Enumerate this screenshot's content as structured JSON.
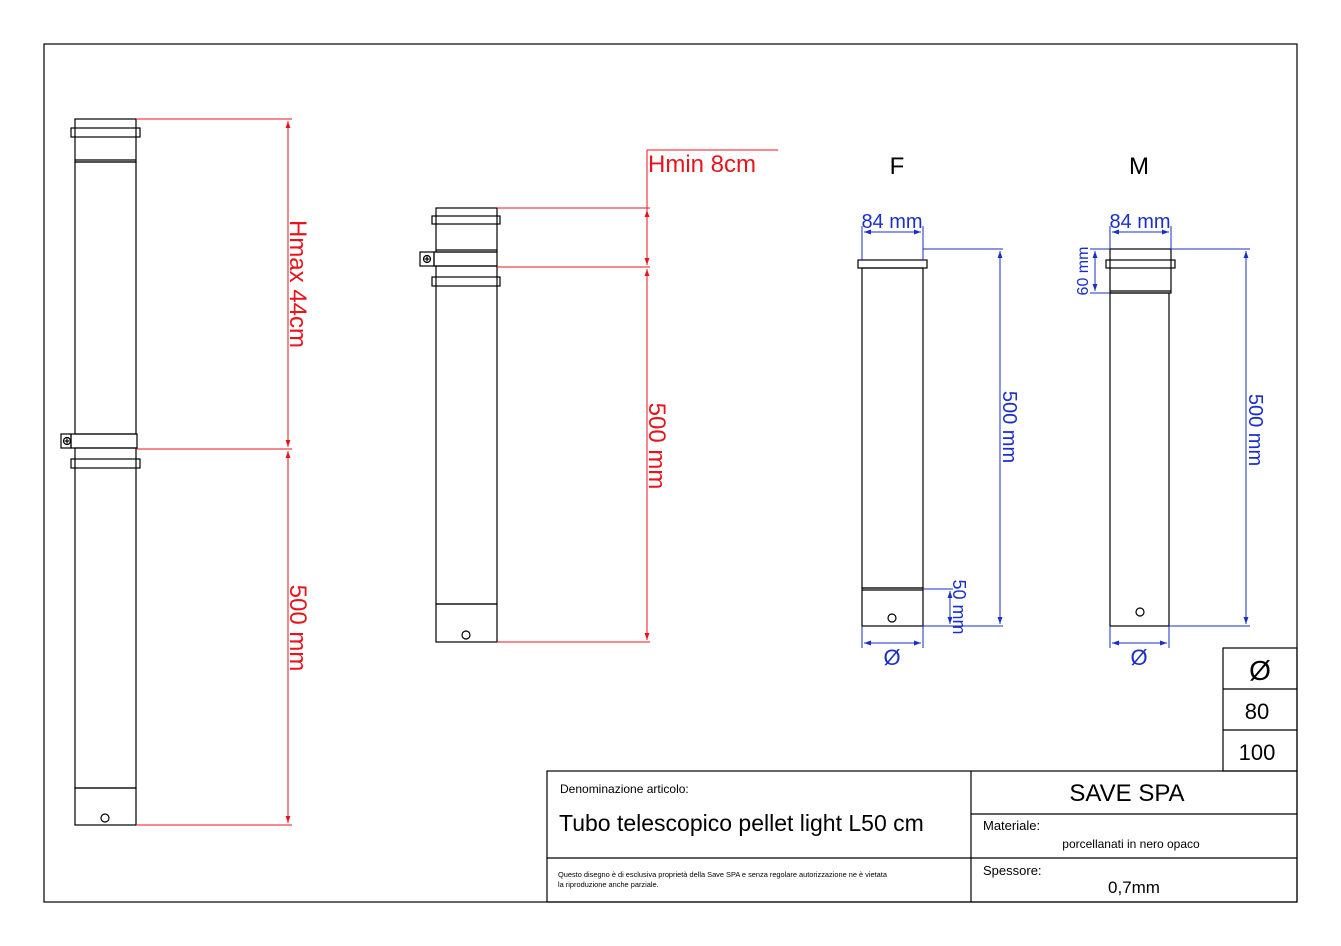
{
  "drawing": {
    "left_assembly": {
      "hmax_label": "Hmax 44cm",
      "length_label": "500 mm"
    },
    "middle_assembly": {
      "hmin_label": "Hmin 8cm",
      "length_label": "500 mm"
    },
    "female_view": {
      "title": "F",
      "width_label": "84 mm",
      "length_label": "500 mm",
      "end_label": "50 mm",
      "diameter_symbol": "Ø"
    },
    "male_view": {
      "title": "M",
      "width_label": "84 mm",
      "collar_label": "60 mm",
      "length_label": "500 mm",
      "diameter_symbol": "Ø"
    }
  },
  "diameter_table": {
    "header": "Ø",
    "values": [
      "80",
      "100"
    ]
  },
  "title_block": {
    "denominazione_label": "Denominazione articolo:",
    "article_name": "Tubo telescopico pellet light L50 cm",
    "company": "SAVE SPA",
    "materiale_label": "Materiale:",
    "materiale_value": "porcellanati in nero opaco",
    "disclaimer_line1": "Questo disegno è di esclusiva proprietà della Save SPA e senza regolare autorizzazione ne è vietata",
    "disclaimer_line2": "la riproduzione anche parziale.",
    "spessore_label": "Spessore:",
    "spessore_value": "0,7mm"
  },
  "colors": {
    "dimension_red": "#e8141b",
    "dimension_blue": "#1a2fc9",
    "line": "#000000"
  }
}
